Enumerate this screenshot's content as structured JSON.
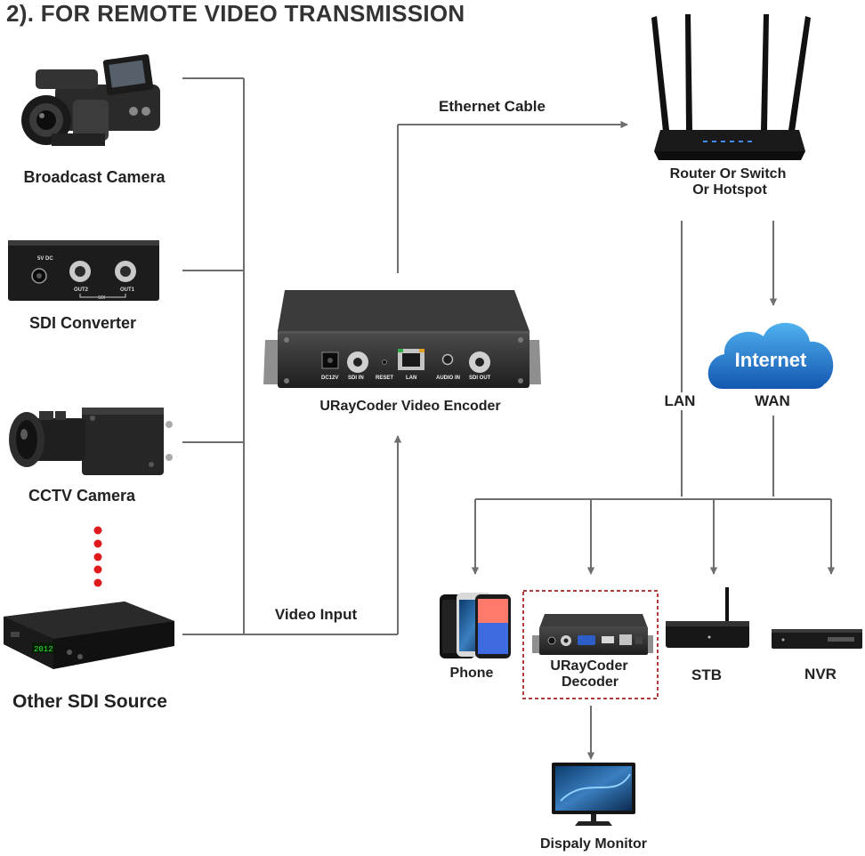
{
  "title": "2).  FOR REMOTE VIDEO TRANSMISSION",
  "sources": {
    "broadcast_camera": "Broadcast Camera",
    "sdi_converter": "SDI Converter",
    "cctv_camera": "CCTV Camera",
    "other_sdi_source": "Other SDI Source"
  },
  "sdi_converter_panel": {
    "power": "5V DC",
    "out2": "OUT2",
    "out1": "OUT1",
    "sdi": "SDI"
  },
  "encoder": {
    "label": "URayCoder Video Encoder",
    "ports": {
      "dc": "DC12V",
      "sdi_in": "SDI IN",
      "reset": "RESET",
      "lan": "LAN",
      "audio_in": "AUDIO IN",
      "sdi_out": "SDI OUT"
    }
  },
  "links": {
    "ethernet_cable": "Ethernet Cable",
    "video_input": "Video Input",
    "lan": "LAN",
    "wan": "WAN"
  },
  "router": {
    "line1": "Router Or Switch",
    "line2": "Or Hotspot"
  },
  "internet": "Internet",
  "clients": {
    "phone": "Phone",
    "decoder_line1": "URayCoder",
    "decoder_line2": "Decoder",
    "stb": "STB",
    "nvr": "NVR"
  },
  "stb_display": "2012",
  "monitor": "Dispaly Monitor",
  "colors": {
    "line": "#6e6e6e",
    "arrow": "#6e6e6e",
    "dots": "#e01b1b",
    "decoder_border": "#b23a3a",
    "internet_cloud": "#1f6fc4"
  }
}
